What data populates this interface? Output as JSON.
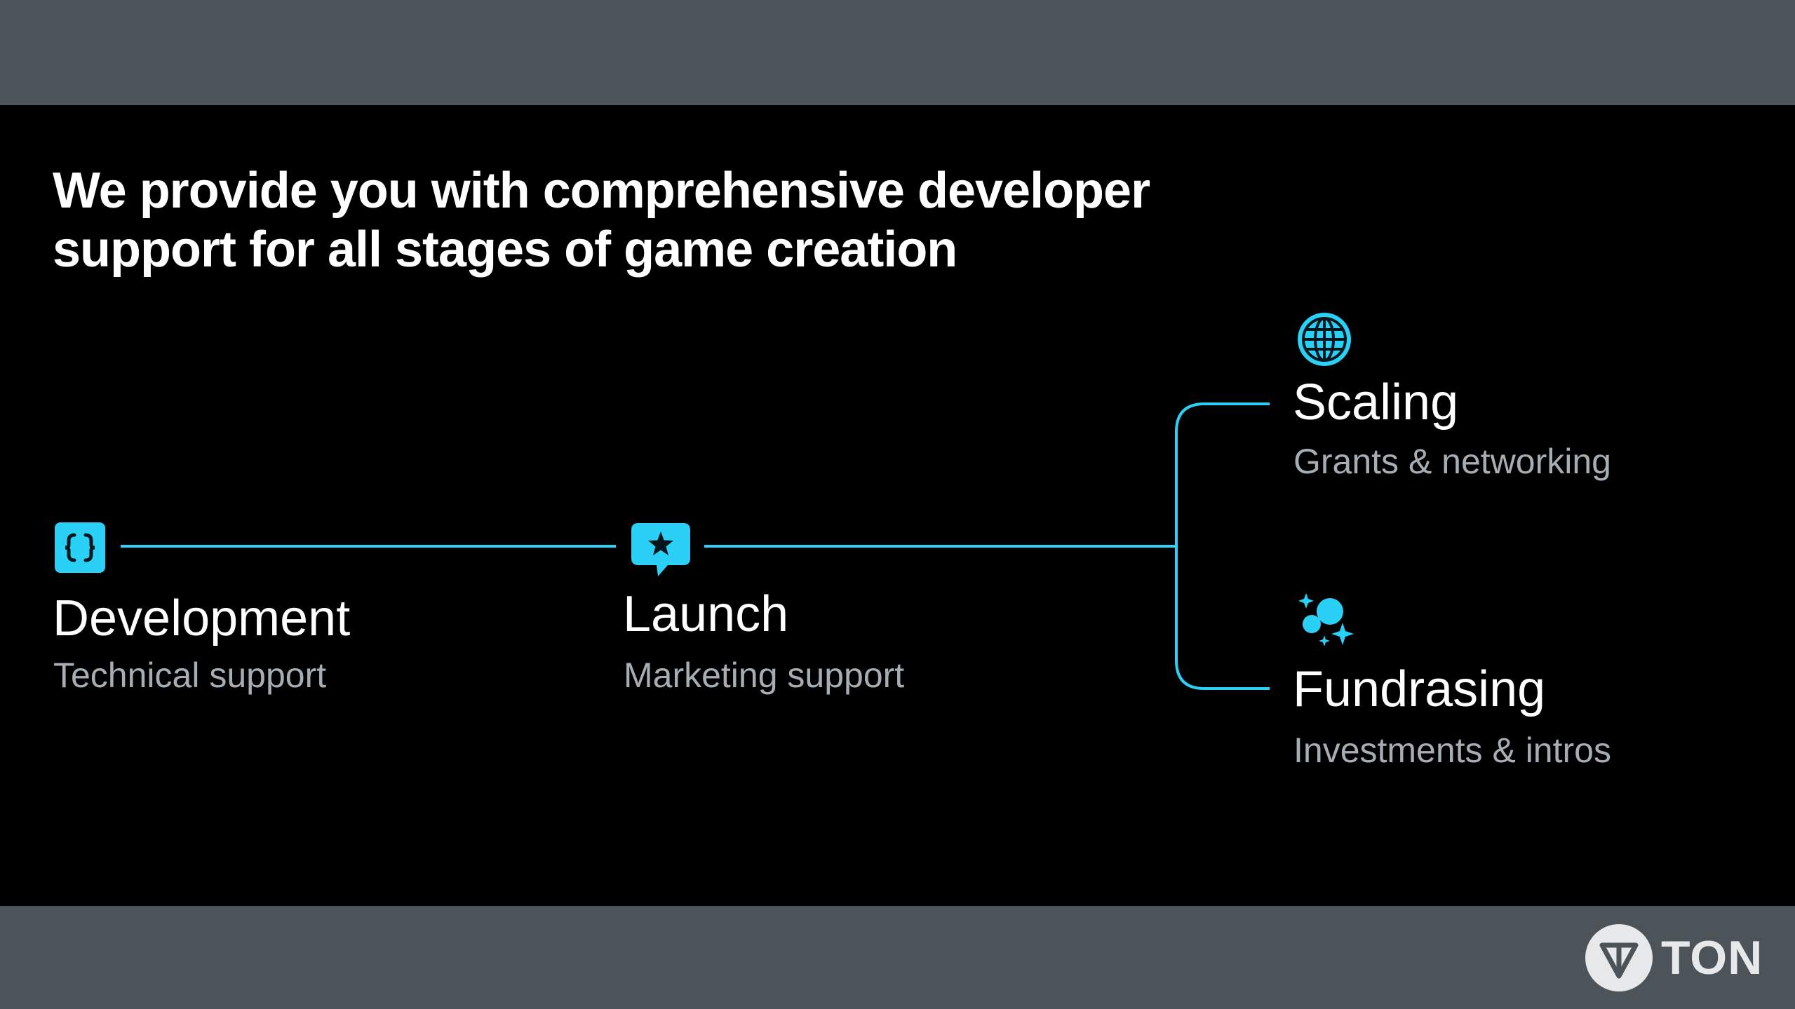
{
  "slide": {
    "headline_line1": "We provide you with comprehensive developer",
    "headline_line2": "support for all stages of game creation"
  },
  "stages": {
    "development": {
      "title": "Development",
      "subtitle": "Technical support",
      "icon": "code-braces-icon"
    },
    "launch": {
      "title": "Launch",
      "subtitle": "Marketing support",
      "icon": "star-chat-bubble-icon"
    },
    "scaling": {
      "title": "Scaling",
      "subtitle": "Grants & networking",
      "icon": "globe-icon"
    },
    "fundrasing": {
      "title": "Fundrasing",
      "subtitle": "Investments & intros",
      "icon": "sparkle-orbs-icon"
    }
  },
  "brand": {
    "name": "TON",
    "logo_icon": "ton-diamond-icon"
  },
  "colors": {
    "accent": "#2ad0f5",
    "slide_background": "#000000",
    "frame_band": "#4c5459",
    "subtitle": "#a6aeb3"
  }
}
